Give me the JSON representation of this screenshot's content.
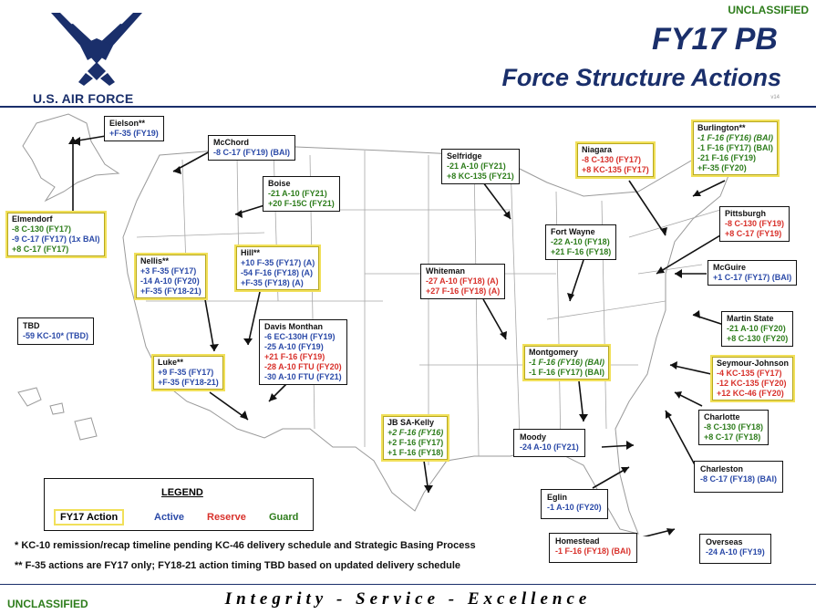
{
  "classification": "UNCLASSIFIED",
  "logo": {
    "text": "U.S. AIR FORCE",
    "icon": "air-force-wings-logo"
  },
  "title": "FY17 PB",
  "subtitle": "Force Structure Actions",
  "version": "v14",
  "colors": {
    "active": "#2b4aa8",
    "reserve": "#d8312b",
    "guard": "#2e7d1c",
    "fy17_highlight": "#f1e05a",
    "title": "#1a2f6b"
  },
  "bases": [
    {
      "name": "Eielson**",
      "fy17": false,
      "lines": [
        {
          "text": "+F-35 (FY19)",
          "c": "active"
        }
      ]
    },
    {
      "name": "McChord",
      "fy17": false,
      "lines": [
        {
          "text": "-8 C-17 (FY19) (BAI)",
          "c": "active"
        }
      ]
    },
    {
      "name": "Boise",
      "fy17": false,
      "lines": [
        {
          "text": "-21 A-10 (FY21)",
          "c": "guard"
        },
        {
          "text": "+20 F-15C (FY21)",
          "c": "guard"
        }
      ]
    },
    {
      "name": "Elmendorf",
      "fy17": true,
      "lines": [
        {
          "text": "-8 C-130 (FY17)",
          "c": "guard"
        },
        {
          "text": "-9 C-17 (FY17) (1x BAI)",
          "c": "active"
        },
        {
          "text": "+8 C-17 (FY17)",
          "c": "guard"
        }
      ]
    },
    {
      "name": "Nellis**",
      "fy17": true,
      "lines": [
        {
          "text": "+3 F-35 (FY17)",
          "c": "active"
        },
        {
          "text": "-14 A-10 (FY20)",
          "c": "active"
        },
        {
          "text": "+F-35 (FY18-21)",
          "c": "active"
        }
      ]
    },
    {
      "name": "Hill**",
      "fy17": true,
      "lines": [
        {
          "text": "+10 F-35 (FY17) (A)",
          "c": "active"
        },
        {
          "text": "-54 F-16 (FY18) (A)",
          "c": "active"
        },
        {
          "text": "+F-35 (FY18) (A)",
          "c": "active"
        }
      ]
    },
    {
      "name": "TBD",
      "fy17": false,
      "lines": [
        {
          "text": "-59 KC-10* (TBD)",
          "c": "active"
        }
      ]
    },
    {
      "name": "Luke**",
      "fy17": true,
      "lines": [
        {
          "text": "+9 F-35 (FY17)",
          "c": "active"
        },
        {
          "text": "+F-35 (FY18-21)",
          "c": "active"
        }
      ]
    },
    {
      "name": "Davis Monthan",
      "fy17": false,
      "lines": [
        {
          "text": "-6 EC-130H (FY19)",
          "c": "active"
        },
        {
          "text": "-25 A-10 (FY19)",
          "c": "active"
        },
        {
          "text": "+21 F-16 (FY19)",
          "c": "reserve"
        },
        {
          "text": "-28 A-10 FTU (FY20)",
          "c": "reserve"
        },
        {
          "text": "-30 A-10 FTU (FY21)",
          "c": "active"
        }
      ]
    },
    {
      "name": "Selfridge",
      "fy17": false,
      "lines": [
        {
          "text": "-21 A-10 (FY21)",
          "c": "guard"
        },
        {
          "text": "+8 KC-135 (FY21)",
          "c": "guard"
        }
      ]
    },
    {
      "name": "Niagara",
      "fy17": true,
      "lines": [
        {
          "text": "-8 C-130 (FY17)",
          "c": "reserve"
        },
        {
          "text": "+8 KC-135 (FY17)",
          "c": "reserve"
        }
      ]
    },
    {
      "name": "Burlington**",
      "fy17": true,
      "lines": [
        {
          "text": "-1 F-16 (FY16) (BAI)",
          "c": "guard",
          "it": true
        },
        {
          "text": "-1 F-16 (FY17) (BAI)",
          "c": "guard"
        },
        {
          "text": "-21 F-16 (FY19)",
          "c": "guard"
        },
        {
          "text": "+F-35 (FY20)",
          "c": "guard"
        }
      ]
    },
    {
      "name": "Pittsburgh",
      "fy17": false,
      "lines": [
        {
          "text": "-8 C-130 (FY19)",
          "c": "reserve"
        },
        {
          "text": "+8 C-17 (FY19)",
          "c": "reserve"
        }
      ]
    },
    {
      "name": "Fort Wayne",
      "fy17": false,
      "lines": [
        {
          "text": "-22 A-10 (FY18)",
          "c": "guard"
        },
        {
          "text": "+21 F-16 (FY18)",
          "c": "guard"
        }
      ]
    },
    {
      "name": "Whiteman",
      "fy17": false,
      "lines": [
        {
          "text": "-27 A-10 (FY18) (A)",
          "c": "reserve"
        },
        {
          "text": "+27 F-16 (FY18) (A)",
          "c": "reserve"
        }
      ]
    },
    {
      "name": "McGuire",
      "fy17": false,
      "lines": [
        {
          "text": "+1 C-17 (FY17) (BAI)",
          "c": "active"
        }
      ]
    },
    {
      "name": "Martin State",
      "fy17": false,
      "lines": [
        {
          "text": "-21 A-10 (FY20)",
          "c": "guard"
        },
        {
          "text": "+8 C-130 (FY20)",
          "c": "guard"
        }
      ]
    },
    {
      "name": "Montgomery",
      "fy17": true,
      "lines": [
        {
          "text": "-1 F-16 (FY16) (BAI)",
          "c": "guard",
          "it": true
        },
        {
          "text": "-1 F-16 (FY17) (BAI)",
          "c": "guard"
        }
      ]
    },
    {
      "name": "Seymour-Johnson",
      "fy17": true,
      "lines": [
        {
          "text": "-4 KC-135 (FY17)",
          "c": "reserve"
        },
        {
          "text": "-12 KC-135 (FY20)",
          "c": "reserve"
        },
        {
          "text": "+12 KC-46 (FY20)",
          "c": "reserve"
        }
      ]
    },
    {
      "name": "Charlotte",
      "fy17": false,
      "lines": [
        {
          "text": "-8 C-130 (FY18)",
          "c": "guard"
        },
        {
          "text": "+8 C-17 (FY18)",
          "c": "guard"
        }
      ]
    },
    {
      "name": "JB SA-Kelly",
      "fy17": true,
      "lines": [
        {
          "text": "+2 F-16 (FY16)",
          "c": "guard",
          "it": true
        },
        {
          "text": "+2 F-16 (FY17)",
          "c": "guard"
        },
        {
          "text": "+1 F-16 (FY18)",
          "c": "guard"
        }
      ]
    },
    {
      "name": "Moody",
      "fy17": false,
      "lines": [
        {
          "text": "-24 A-10 (FY21)",
          "c": "active"
        }
      ]
    },
    {
      "name": "Charleston",
      "fy17": false,
      "lines": [
        {
          "text": "-8 C-17 (FY18) (BAI)",
          "c": "active"
        }
      ]
    },
    {
      "name": "Eglin",
      "fy17": false,
      "lines": [
        {
          "text": "-1 A-10 (FY20)",
          "c": "active"
        }
      ]
    },
    {
      "name": "Homestead",
      "fy17": false,
      "lines": [
        {
          "text": "-1 F-16 (FY18) (BAI)",
          "c": "reserve"
        }
      ]
    },
    {
      "name": "Overseas",
      "fy17": false,
      "lines": [
        {
          "text": "-24 A-10 (FY19)",
          "c": "active"
        }
      ]
    }
  ],
  "legend": {
    "title": "LEGEND",
    "fy17": "FY17 Action",
    "active": "Active",
    "reserve": "Reserve",
    "guard": "Guard"
  },
  "notes": [
    "* KC-10 remission/recap timeline pending KC-46 delivery schedule and Strategic Basing Process",
    "** F-35 actions are FY17 only;  FY18-21 action timing TBD based on updated delivery schedule"
  ],
  "motto": "Integrity - Service - Excellence"
}
